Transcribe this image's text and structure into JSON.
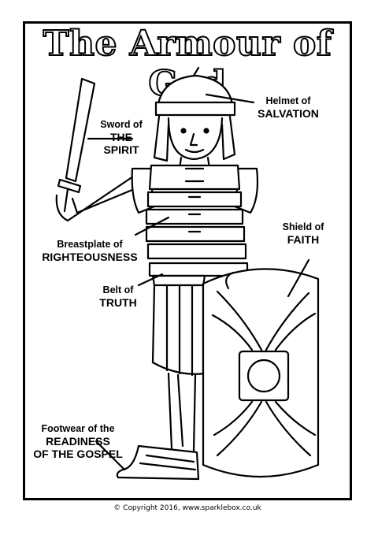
{
  "title": "The Armour of God",
  "labels": {
    "sword": {
      "line1": "Sword of",
      "line2": "THE",
      "line3": "SPIRIT"
    },
    "helmet": {
      "line1": "Helmet of",
      "line2": "SALVATION"
    },
    "breastplate": {
      "line1": "Breastplate of",
      "line2": "RIGHTEOUSNESS"
    },
    "shield": {
      "line1": "Shield of",
      "line2": "FAITH"
    },
    "belt": {
      "line1": "Belt of",
      "line2": "TRUTH"
    },
    "footwear": {
      "line1": "Footwear of the",
      "line2": "READINESS",
      "line3": "OF THE GOSPEL"
    }
  },
  "copyright": "© Copyright 2016, www.sparklebox.co.uk",
  "colors": {
    "ink": "#000000",
    "paper": "#ffffff"
  }
}
